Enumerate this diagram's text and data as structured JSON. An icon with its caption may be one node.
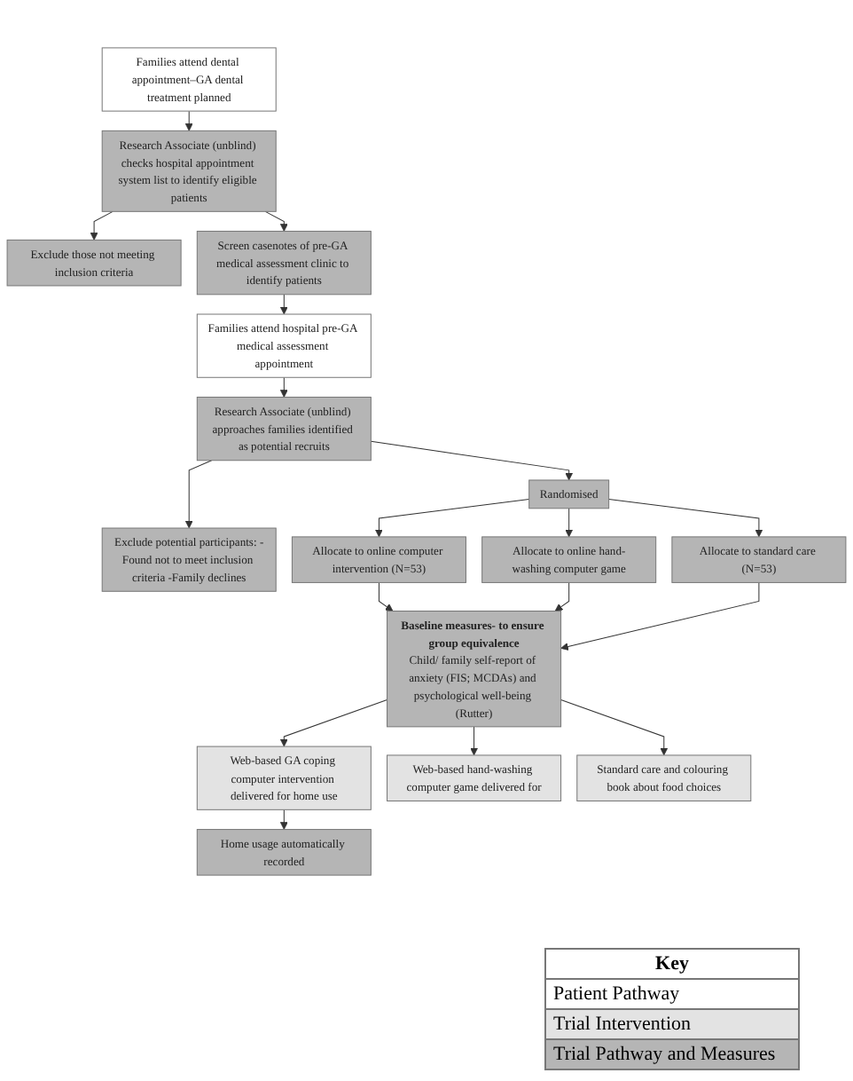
{
  "diagram": {
    "nodes": [
      {
        "text": [
          "Families attend dental appointment–GA dental treatment planned"
        ]
      },
      {
        "text": [
          "Research Associate (unblind) checks hospital appointment system list to identify eligible patients"
        ]
      },
      {
        "text": [
          "Exclude those not meeting inclusion criteria"
        ]
      },
      {
        "text": [
          "Screen casenotes of pre-GA medical assessment clinic to identify patients"
        ]
      },
      {
        "text": [
          "Families attend hospital pre-GA medical assessment appointment"
        ]
      },
      {
        "text": [
          "Research Associate (unblind) approaches families identified as potential recruits"
        ]
      },
      {
        "text": [
          "Exclude potential participants: -Found not to meet inclusion criteria -Family declines"
        ]
      },
      {
        "text": [
          "Randomised"
        ]
      },
      {
        "text": [
          "Allocate to online computer intervention (N=53)"
        ]
      },
      {
        "text": [
          "Allocate to online hand-washing computer game"
        ]
      },
      {
        "text": [
          "Allocate to standard care (N=53)"
        ]
      },
      {
        "text": [
          "Baseline measures- to ensure group equivalence",
          "Child/ family self-report of anxiety (FIS; MCDAs) and psychological well-being (Rutter)"
        ]
      },
      {
        "text": [
          "Web-based GA coping computer intervention delivered for home use"
        ]
      },
      {
        "text": [
          "Web-based hand-washing computer game delivered for"
        ]
      },
      {
        "text": [
          "Standard care and colouring book about food choices"
        ]
      },
      {
        "text": [
          "Home usage automatically recorded"
        ]
      }
    ],
    "edges": [
      {
        "from": 0,
        "to": 1,
        "arrow": "to"
      },
      {
        "from": 1,
        "to": 2,
        "arrow": "to"
      },
      {
        "from": 1,
        "to": 3,
        "arrow": "to"
      },
      {
        "from": 3,
        "to": 4,
        "arrow": "to"
      },
      {
        "from": 4,
        "to": 5,
        "arrow": "to"
      },
      {
        "from": 5,
        "to": 6,
        "arrow": "to"
      },
      {
        "from": 5,
        "to": 7,
        "arrow": "to"
      },
      {
        "from": 7,
        "to": 8,
        "arrow": "to"
      },
      {
        "from": 7,
        "to": 9,
        "arrow": "to"
      },
      {
        "from": 7,
        "to": 10,
        "arrow": "to"
      },
      {
        "from": 8,
        "to": 11,
        "arrow": "to"
      },
      {
        "from": 9,
        "to": 11,
        "arrow": "to"
      },
      {
        "from": 10,
        "to": 11,
        "arrow": "to"
      },
      {
        "from": 11,
        "to": 12,
        "arrow": "to"
      },
      {
        "from": 11,
        "to": 13,
        "arrow": "to"
      },
      {
        "from": 11,
        "to": 14,
        "arrow": "to"
      },
      {
        "from": 12,
        "to": 15,
        "arrow": "to"
      }
    ],
    "labels": [
      "Key"
    ],
    "legend": [
      {
        "text": "Patient Pathway",
        "color": "#ffffff"
      },
      {
        "text": "Trial Intervention",
        "color": "#e3e3e3"
      },
      {
        "text": "Trial Pathway and Measures",
        "color": "#b5b5b5"
      }
    ]
  }
}
